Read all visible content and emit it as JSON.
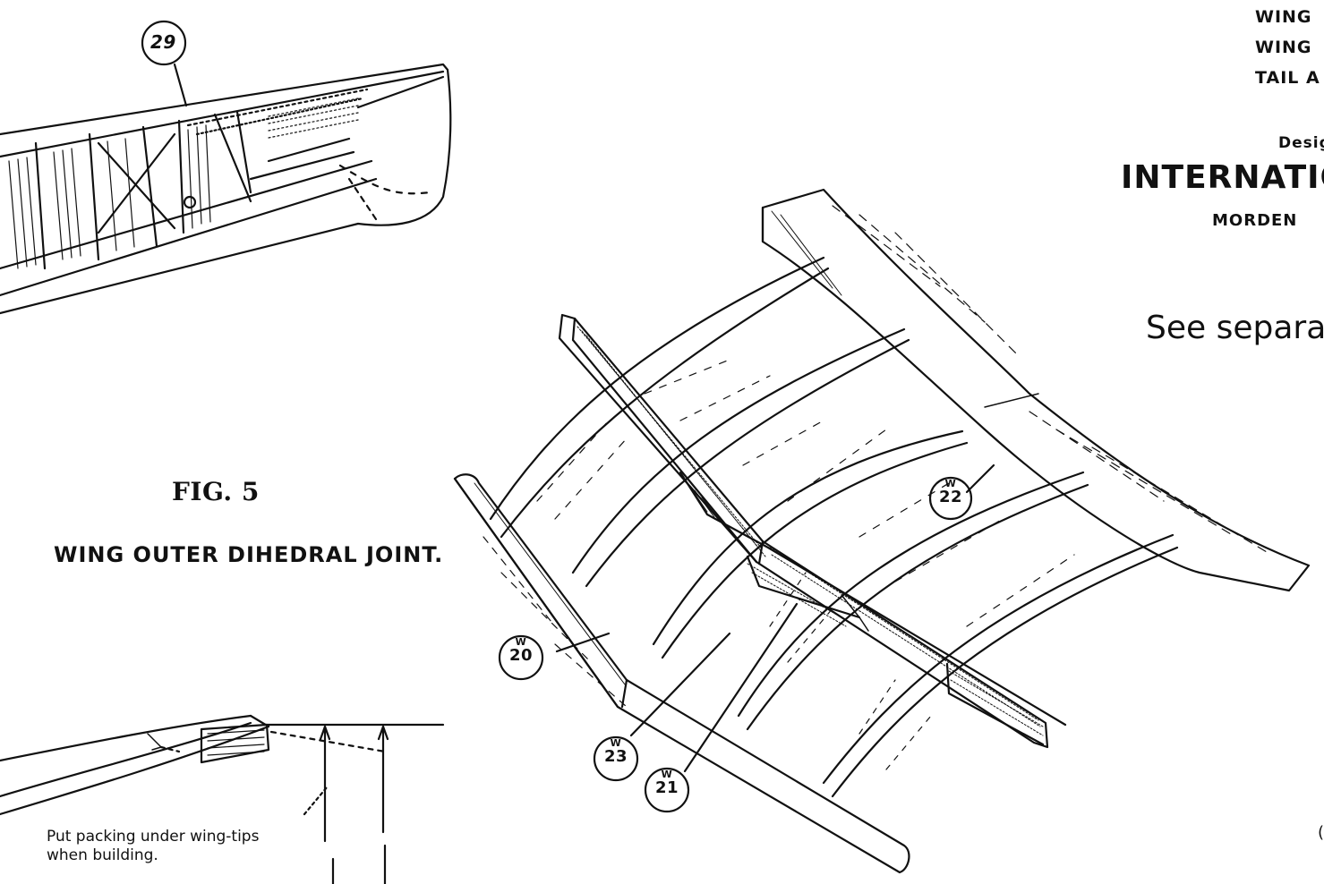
{
  "header_partial": {
    "line1": "WING",
    "line2": "WING",
    "line3": "TAIL A",
    "desig": "Desig",
    "company": "INTERNATIO",
    "town": "MORDEN",
    "see": "See separa"
  },
  "figure": {
    "number": "FIG. 5",
    "caption": "WING OUTER DIHEDRAL JOINT.",
    "note_line1": "Put packing under wing-tips",
    "note_line2": "when building."
  },
  "callouts": {
    "c29": "29",
    "w20": "20",
    "w21": "21",
    "w22": "22",
    "w23": "23",
    "w_prefix": "W"
  },
  "stray_letter": "("
}
